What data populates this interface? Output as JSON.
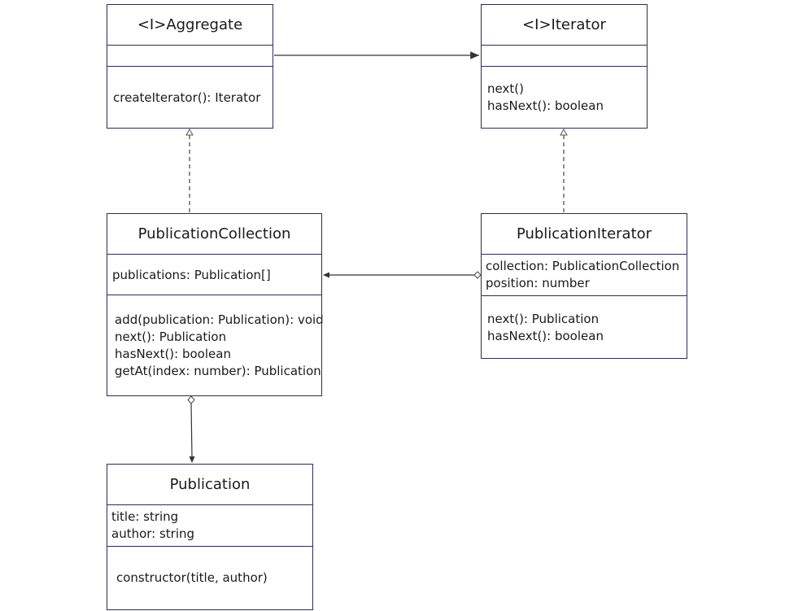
{
  "classes": {
    "aggregate": {
      "name": "<I>Aggregate",
      "attributes": [],
      "operations": [
        "createIterator(): Iterator"
      ]
    },
    "iterator": {
      "name": "<I>Iterator",
      "attributes": [],
      "operations": [
        "next()",
        "hasNext(): boolean"
      ]
    },
    "publication_collection": {
      "name": "PublicationCollection",
      "attributes": [
        "publications: Publication[]"
      ],
      "operations": [
        "add(publication: Publication): void",
        "next(): Publication",
        "hasNext(): boolean",
        "getAt(index: number): Publication"
      ]
    },
    "publication_iterator": {
      "name": "PublicationIterator",
      "attributes": [
        "collection: PublicationCollection",
        "position: number"
      ],
      "operations": [
        "next(): Publication",
        "hasNext(): boolean"
      ]
    },
    "publication": {
      "name": "Publication",
      "attributes": [
        "title: string",
        "author: string"
      ],
      "operations": [
        "constructor(title, author)"
      ]
    }
  },
  "colors": {
    "border": "#2c2c5a",
    "line": "#333333"
  }
}
